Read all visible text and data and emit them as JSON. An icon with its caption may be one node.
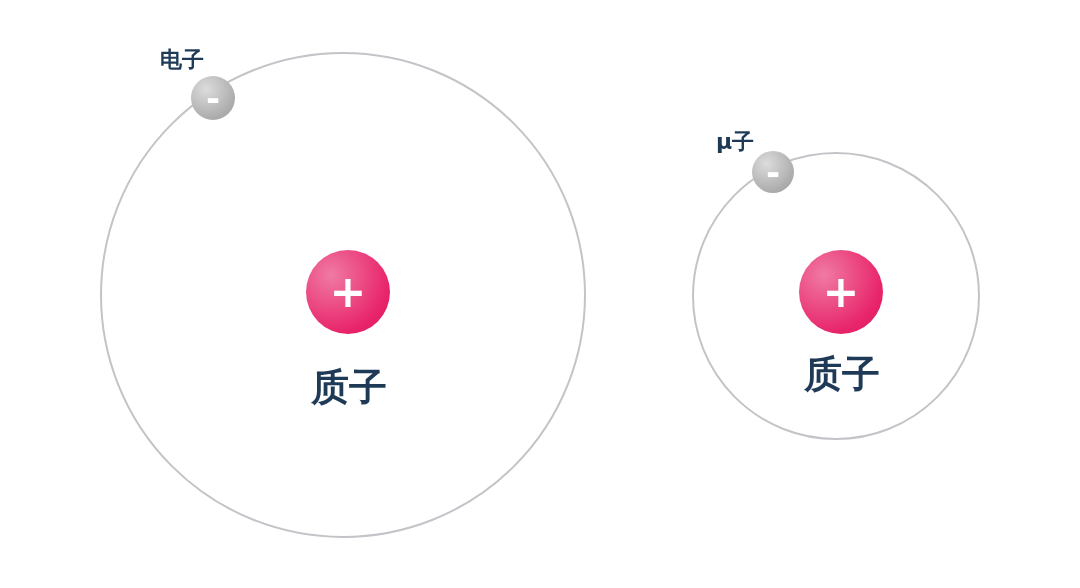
{
  "diagram": {
    "nodes": [
      {
        "text": [],
        "shape": "circle"
      },
      {
        "text": [
          "+"
        ],
        "beside": [
          "质子"
        ],
        "in": 0
      },
      {
        "text": [
          "-"
        ],
        "beside": [
          "电子"
        ],
        "in": 0
      },
      {
        "text": [],
        "shape": "circle"
      },
      {
        "text": [
          "+"
        ],
        "beside": [
          "质子"
        ],
        "in": 3
      },
      {
        "text": [
          "-"
        ],
        "beside": [
          "μ子"
        ],
        "in": 3
      }
    ]
  }
}
